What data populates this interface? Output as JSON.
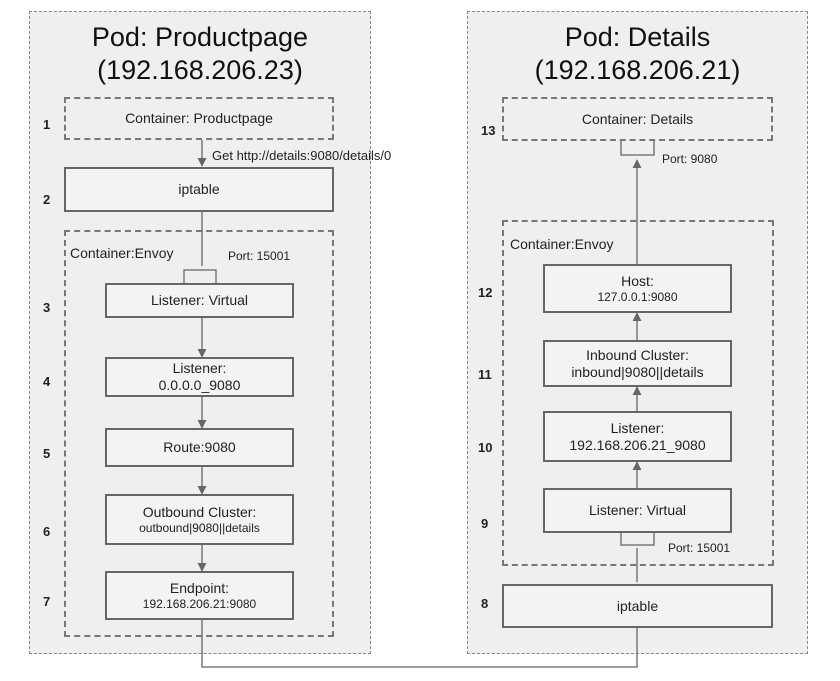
{
  "left_pod": {
    "title": "Pod: Productpage",
    "ip": "(192.168.206.23)",
    "container_label": "Container: Productpage",
    "request": "Get http://details:9080/details/0",
    "iptable": "iptable",
    "envoy_label": "Container:Envoy",
    "port": "Port: 15001",
    "listener_virtual": "Listener: Virtual",
    "listener_line1": "Listener:",
    "listener_line2": "0.0.0.0_9080",
    "route": "Route:9080",
    "outbound_line1": "Outbound Cluster:",
    "outbound_line2": "outbound|9080||details",
    "endpoint_line1": "Endpoint:",
    "endpoint_line2": "192.168.206.21:9080"
  },
  "right_pod": {
    "title": "Pod: Details",
    "ip": "(192.168.206.21)",
    "container_label": "Container: Details",
    "port_app": "Port: 9080",
    "envoy_label": "Container:Envoy",
    "host_line1": "Host:",
    "host_line2": "127.0.0.1:9080",
    "inbound_line1": "Inbound Cluster:",
    "inbound_line2": "inbound|9080||details",
    "listener_line1": "Listener:",
    "listener_line2": "192.168.206.21_9080",
    "listener_virtual": "Listener: Virtual",
    "port": "Port: 15001",
    "iptable": "iptable"
  },
  "steps": [
    "1",
    "2",
    "3",
    "4",
    "5",
    "6",
    "7",
    "8",
    "9",
    "10",
    "11",
    "12",
    "13"
  ]
}
